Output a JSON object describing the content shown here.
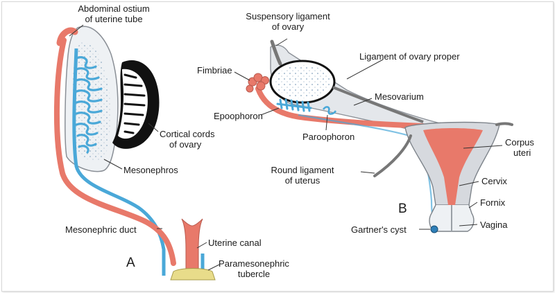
{
  "labels": {
    "abdominal_ostium_1": "Abdominal ostium",
    "abdominal_ostium_2": "of uterine tube",
    "cortical_cords_1": "Cortical cords",
    "cortical_cords_2": "of ovary",
    "mesonephros": "Mesonephros",
    "mesonephric_duct": "Mesonephric duct",
    "uterine_canal": "Uterine canal",
    "paramesonephric_1": "Paramesonephric",
    "paramesonephric_2": "tubercle",
    "panel_a": "A",
    "suspensory_1": "Suspensory ligament",
    "suspensory_2": "of ovary",
    "ligament_ovary_proper": "Ligament of ovary proper",
    "fimbriae": "Fimbriae",
    "mesovarium": "Mesovarium",
    "epoophoron": "Epoophoron",
    "paroophoron": "Paroophoron",
    "round_ligament_1": "Round ligament",
    "round_ligament_2": "of uterus",
    "corpus_1": "Corpus",
    "corpus_2": "uteri",
    "cervix": "Cervix",
    "fornix": "Fornix",
    "vagina": "Vagina",
    "gartners_cyst": "Gartner's cyst",
    "panel_b": "B"
  },
  "colors": {
    "paramesonephric_duct": "#e8796a",
    "mesonephric_duct": "#4aa8d8",
    "ovary_cortex": "#111111",
    "mesentery": "#d9dde2",
    "tubercle": "#e8dc8a"
  }
}
